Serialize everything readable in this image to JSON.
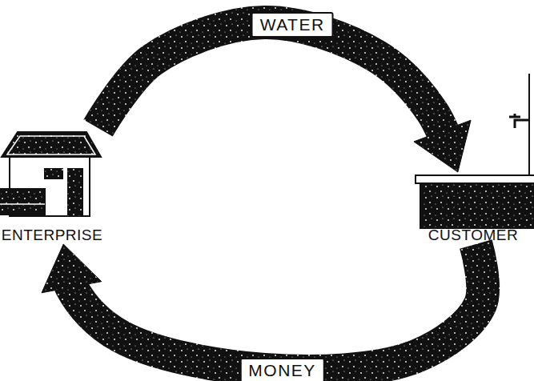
{
  "diagram": {
    "nodes": [
      {
        "text": [
          "ENTERPRISE"
        ]
      },
      {
        "text": [
          "CUSTOMER"
        ]
      }
    ],
    "edges": [
      {
        "from": 0,
        "to": 1,
        "arrow": "to",
        "label": "WATER"
      },
      {
        "from": 1,
        "to": 0,
        "arrow": "to",
        "label": "MONEY"
      }
    ]
  }
}
